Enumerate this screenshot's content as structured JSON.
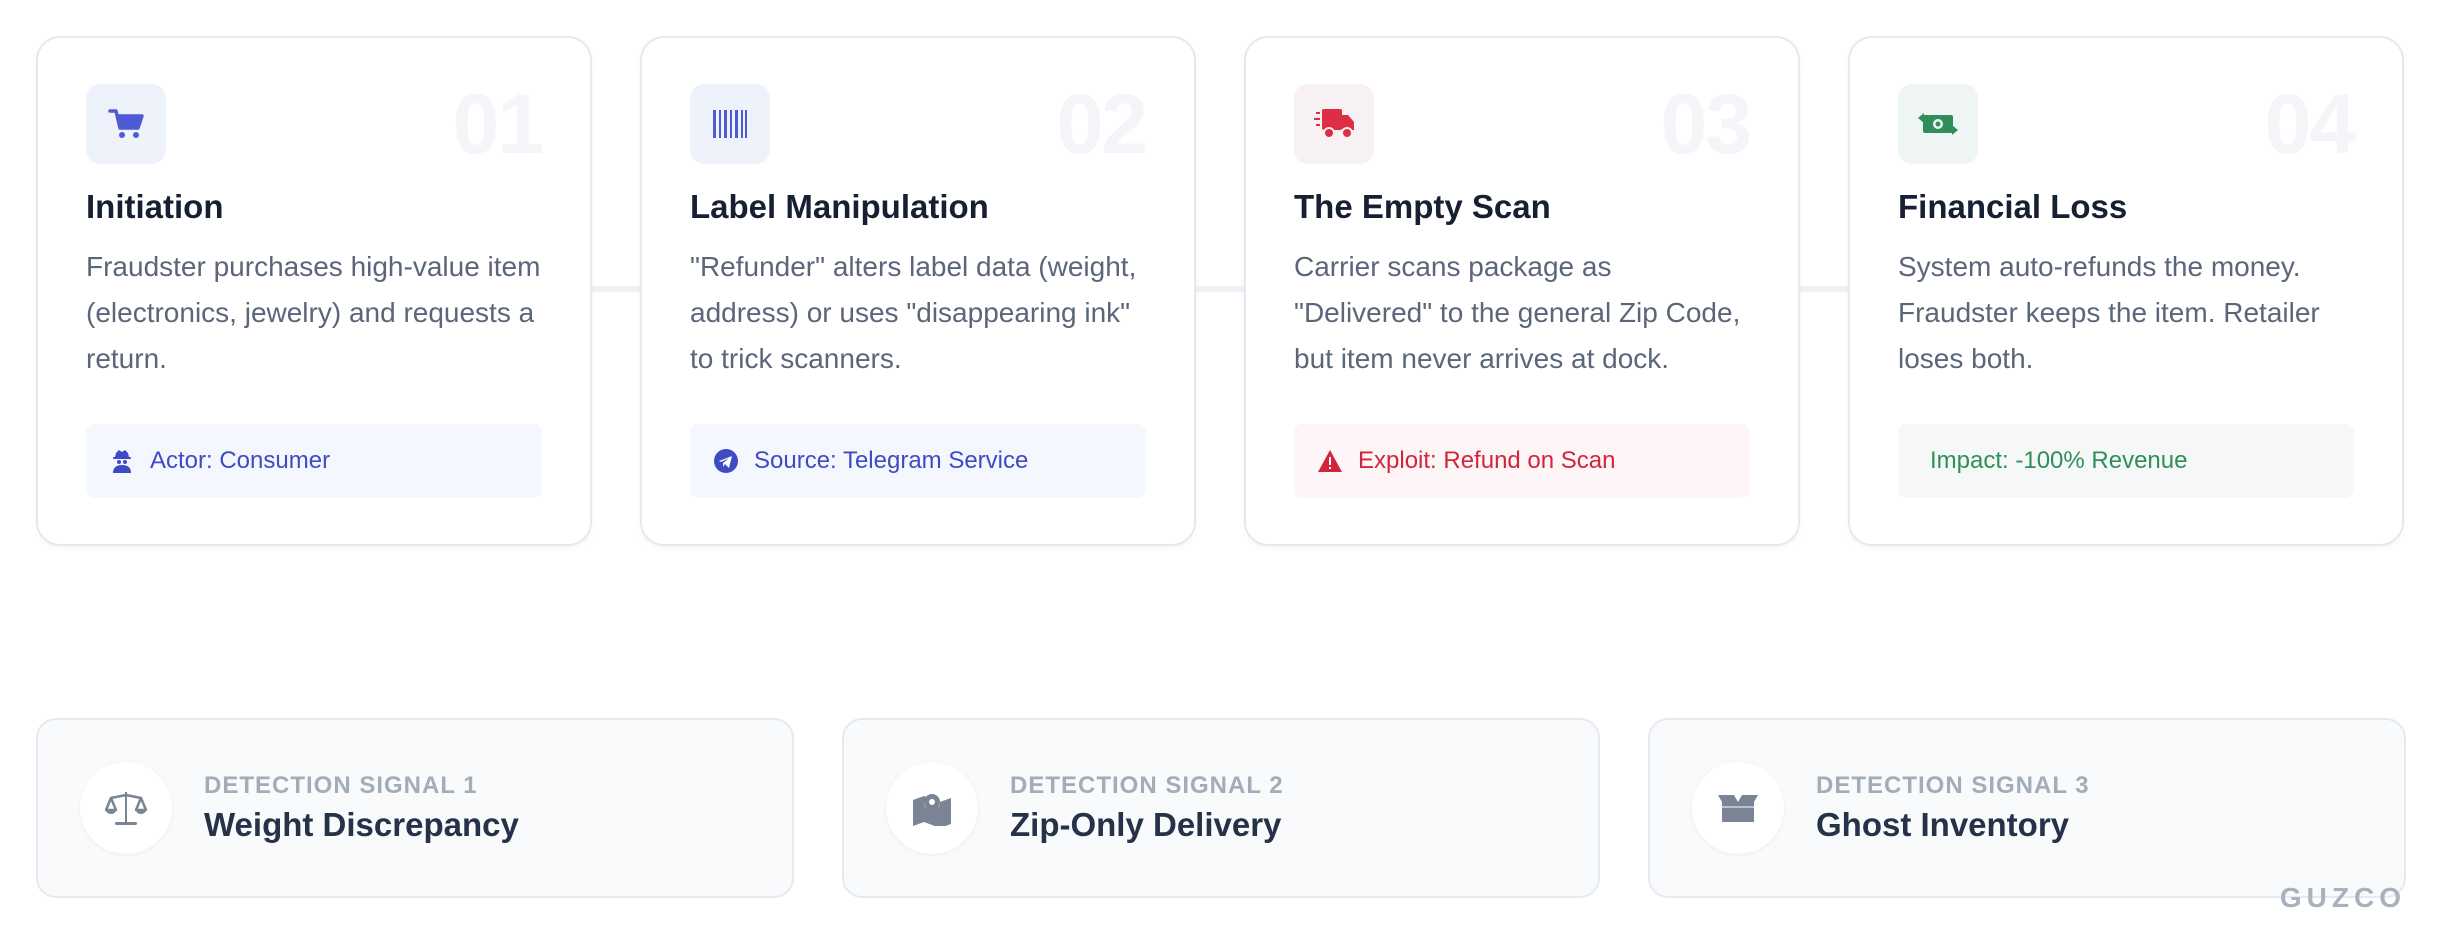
{
  "steps": [
    {
      "number": "01",
      "icon": "cart-icon",
      "title": "Initiation",
      "description": "Fraudster purchases high-value item (electronics, jewelry) and requests a return.",
      "tag": "Actor: Consumer",
      "tag_icon": "user-secret-icon",
      "accent": "#4f5bd5"
    },
    {
      "number": "02",
      "icon": "barcode-icon",
      "title": "Label Manipulation",
      "description": "\"Refunder\" alters label data (weight, address) or uses \"disappearing ink\" to trick scanners.",
      "tag": "Source: Telegram Service",
      "tag_icon": "telegram-icon",
      "accent": "#4f5bd5"
    },
    {
      "number": "03",
      "icon": "truck-icon",
      "title": "The Empty Scan",
      "description": "Carrier scans package as \"Delivered\" to the general Zip Code, but item never arrives at dock.",
      "tag": "Exploit: Refund on Scan",
      "tag_icon": "warning-icon",
      "accent": "#dc2f45"
    },
    {
      "number": "04",
      "icon": "money-exchange-icon",
      "title": "Financial Loss",
      "description": "System auto-refunds the money. Fraudster keeps the item. Retailer loses both.",
      "tag": "Impact: -100% Revenue",
      "tag_icon": "",
      "accent": "#2f8f5b"
    }
  ],
  "signals": [
    {
      "label": "DETECTION SIGNAL 1",
      "title": "Weight Discrepancy",
      "icon": "scale-icon"
    },
    {
      "label": "DETECTION SIGNAL 2",
      "title": "Zip-Only Delivery",
      "icon": "map-pin-icon"
    },
    {
      "label": "DETECTION SIGNAL 3",
      "title": "Ghost Inventory",
      "icon": "empty-box-icon"
    }
  ],
  "brand": "GUZCO"
}
